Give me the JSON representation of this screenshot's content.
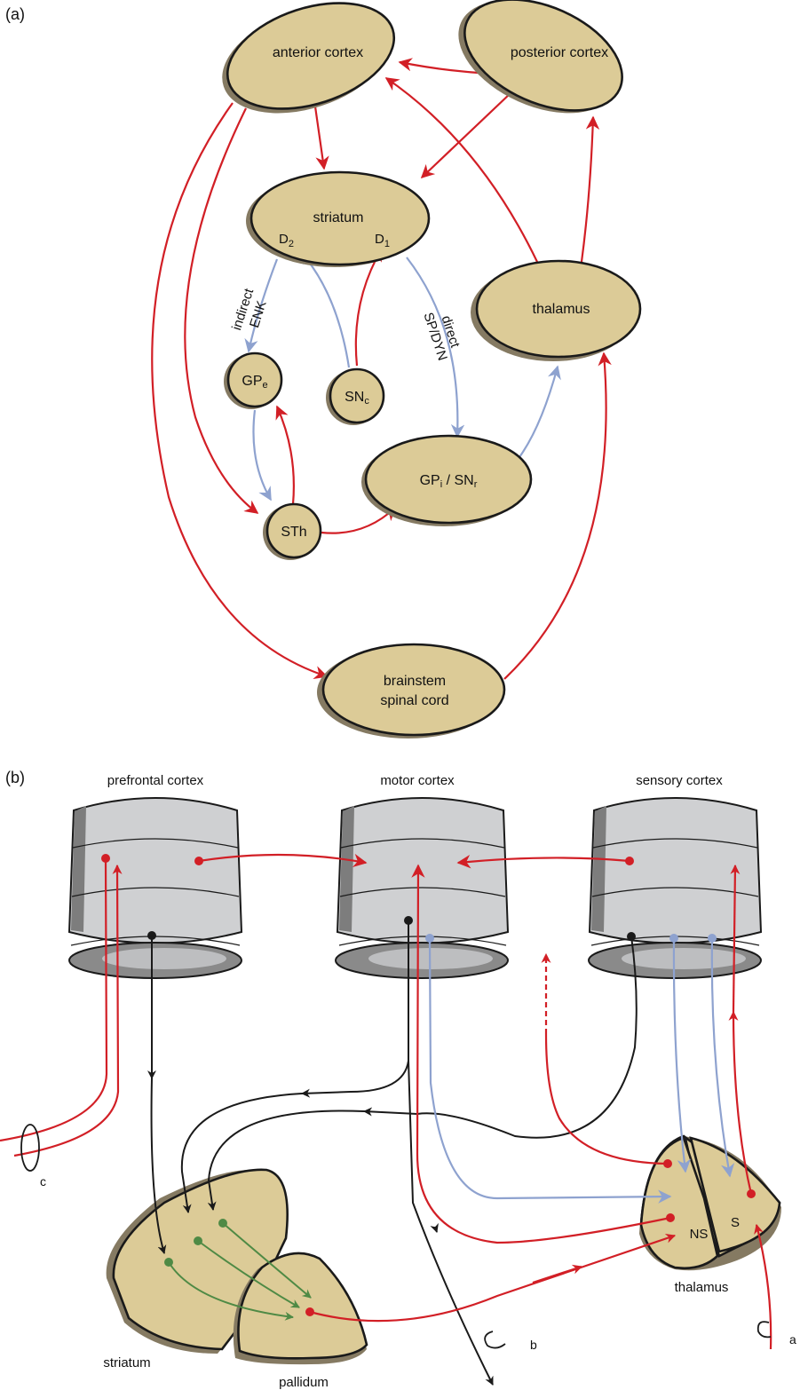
{
  "panel_a": {
    "label": "(a)",
    "nodes": {
      "anterior_cortex": "anterior cortex",
      "posterior_cortex": "posterior cortex",
      "striatum": "striatum",
      "thalamus": "thalamus",
      "gpe": "GP",
      "gpe_sub": "e",
      "snc": "SN",
      "snc_sub": "c",
      "sth": "STh",
      "gpi_snr_a": "GP",
      "gpi_snr_a_sub": "i",
      "gpi_snr_sep": " / SN",
      "gpi_snr_b_sub": "r",
      "brainstem_line1": "brainstem",
      "brainstem_line2": "spinal cord"
    },
    "receptors": {
      "d2": "D",
      "d2_sub": "2",
      "d1": "D",
      "d1_sub": "1"
    },
    "pathways": {
      "indirect": "indirect",
      "indirect_peptide": "ENK",
      "direct": "direct",
      "direct_peptide": "SP/DYN"
    }
  },
  "panel_b": {
    "label": "(b)",
    "cortices": [
      "prefrontal cortex",
      "motor cortex",
      "sensory cortex"
    ],
    "structures": {
      "striatum": "striatum",
      "pallidum": "pallidum",
      "thalamus": "thalamus",
      "thalamus_ns": "NS",
      "thalamus_s": "S"
    },
    "loop_labels": {
      "a": "a",
      "b": "b",
      "c": "c"
    }
  },
  "colors": {
    "excitatory": "#d21f26",
    "inhibitory": "#8ea2cf",
    "cortical_output": "#1a1a1a",
    "striatal": "#4f8a45",
    "node_fill": "#dccb97",
    "cortex_fill": "#cfd0d2"
  }
}
